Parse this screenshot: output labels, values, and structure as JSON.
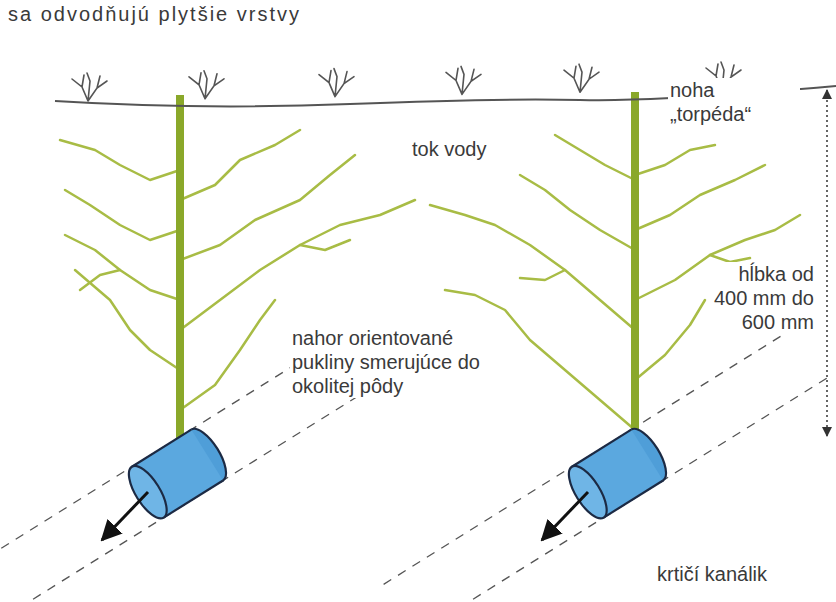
{
  "diagram": {
    "labels": [
      "sa odvodňujú plytšie vrstvy",
      "tok vody",
      "noha „torpéda“",
      "nahor orientované pukliny smerujúce do okolitej pôdy",
      "hĺbka od 400 mm do 600 mm",
      "krtičí kanálik"
    ]
  }
}
